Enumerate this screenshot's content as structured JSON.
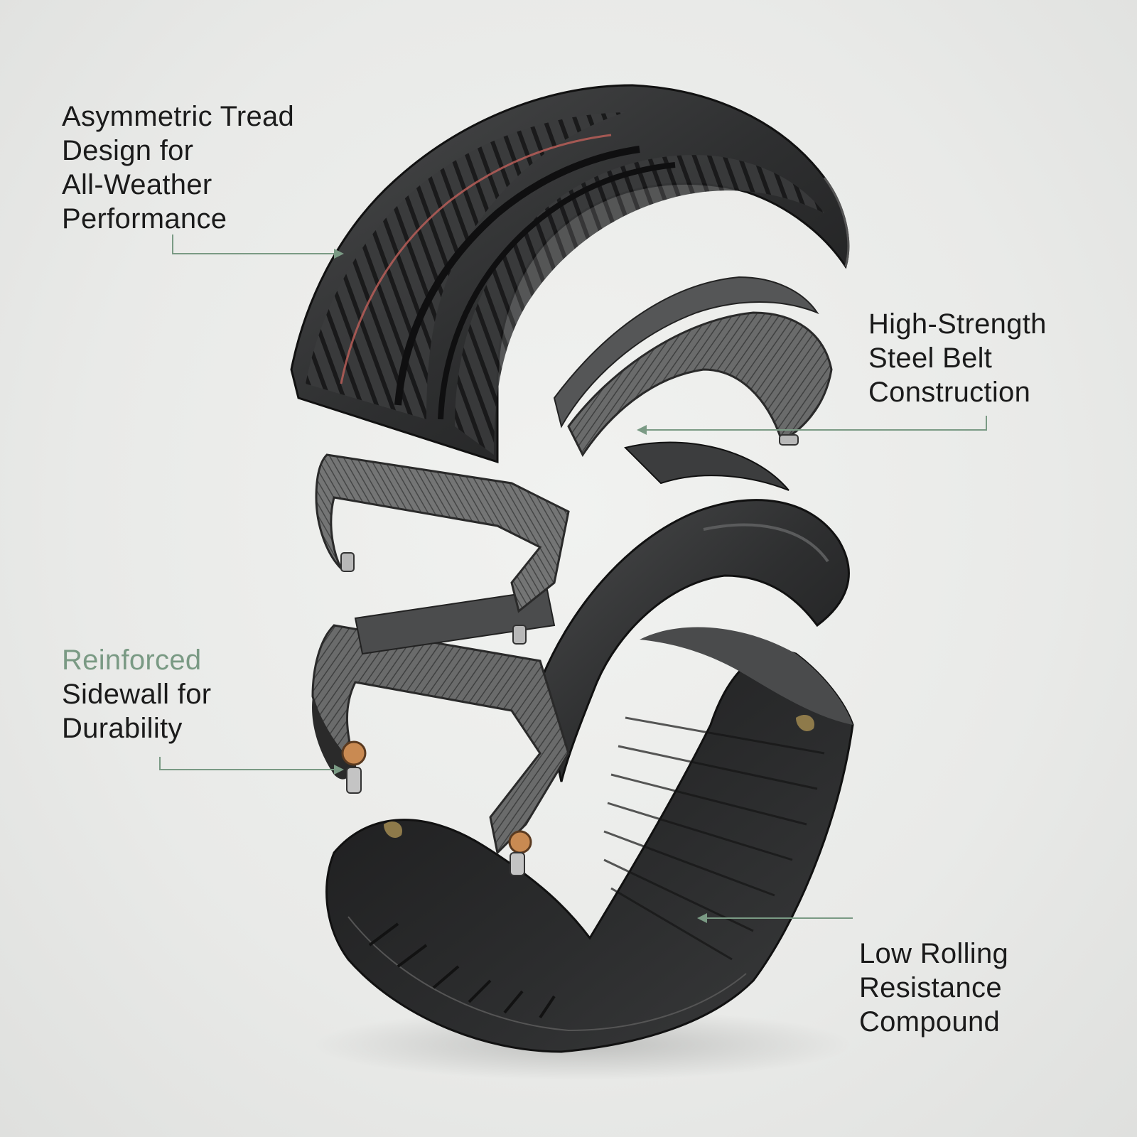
{
  "callouts": {
    "tread": {
      "lines": [
        "Asymmetric Tread",
        "Design for",
        "All-Weather",
        "Performance"
      ]
    },
    "belt": {
      "lines": [
        "High-Strength",
        "Steel Belt",
        "Construction"
      ]
    },
    "sidewall": {
      "lines": [
        "Reinforced",
        "Sidewall for",
        "Durability"
      ],
      "accent_line": "Reinforced"
    },
    "compound": {
      "lines": [
        "Low Rolling",
        "Resistance",
        "Compound"
      ]
    }
  },
  "colors": {
    "background": "#ecedeb",
    "text": "#1b1b1b",
    "accent": "#7a9a84",
    "leader_line": "#7a9a84",
    "rubber": "#2b2c2d",
    "belt_fabric": "#6b6c6c",
    "tread_accent": "#c0605a",
    "bead_copper": "#c98a52"
  }
}
